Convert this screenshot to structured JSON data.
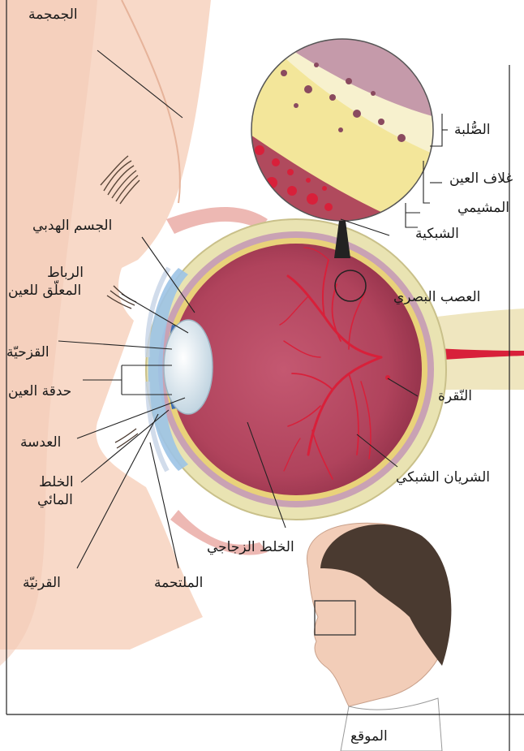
{
  "labels": {
    "skull": "الجمجمة",
    "sclera": "الصُّلبة",
    "eye_coat": "غلاف العين",
    "choroid": "المشيمي",
    "retina": "الشبكية",
    "ciliary_body": "الجسم الهدبي",
    "suspensory_ligament_1": "الرباط",
    "suspensory_ligament_2": "المعلّق للعين",
    "optic_nerve": "العصب البصري",
    "iris": "القزحيّة",
    "pupil": "حدقة العين",
    "fovea": "النّقرة",
    "lens": "العدسة",
    "aqueous_1": "الخلط",
    "aqueous_2": "المائي",
    "retinal_artery": "الشريان الشبكي",
    "vitreous": "الخلط الزجاجي",
    "cornea": "القرنيّة",
    "conjunctiva": "الملتحمة",
    "location": "الموقع"
  },
  "colors": {
    "skin": "#f6d3c2",
    "skin_dark": "#e9b49c",
    "eyeball_interior": "#b84a63",
    "sclera_band": "#e9e3b2",
    "choroid_band": "#c9a2b4",
    "vessels": "#d8203a",
    "optic_nerve": "#efe6bf",
    "lens": "#d8e6ef",
    "cornea": "#9cc3e6",
    "hair": "#4a3a30"
  }
}
